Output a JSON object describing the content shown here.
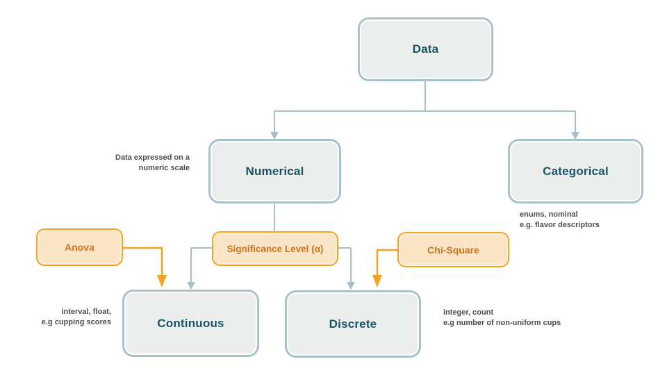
{
  "nodes": {
    "data": {
      "label": "Data"
    },
    "numerical": {
      "label": "Numerical"
    },
    "categorical": {
      "label": "Categorical"
    },
    "continuous": {
      "label": "Continuous"
    },
    "discrete": {
      "label": "Discrete"
    },
    "anova": {
      "label": "Anova"
    },
    "significance": {
      "label": "Significance Level (α)"
    },
    "chi_square": {
      "label": "Chi-Square"
    }
  },
  "annotations": {
    "numerical_note": {
      "text": "Data expressed on a\nnumeric scale"
    },
    "categorical_note": {
      "text": "enums, nominal\ne.g. flavor descriptors"
    },
    "continuous_note": {
      "text": "interval, float,\ne.g cupping scores"
    },
    "discrete_note": {
      "text": "integer, count\ne.g number of non-uniform cups"
    }
  },
  "colors": {
    "background": "#FFFFFF",
    "node_fill": "#ECEEEE",
    "node_border": "#A9C2C7",
    "node_text": "#175563",
    "highlight_fill": "#FBE5C7",
    "highlight_border": "#F5A21E",
    "highlight_text": "#CE7319",
    "connector": "#A6C0C5",
    "connector_highlight": "#F5A21E",
    "annotation_text": "#4D4D4D"
  }
}
